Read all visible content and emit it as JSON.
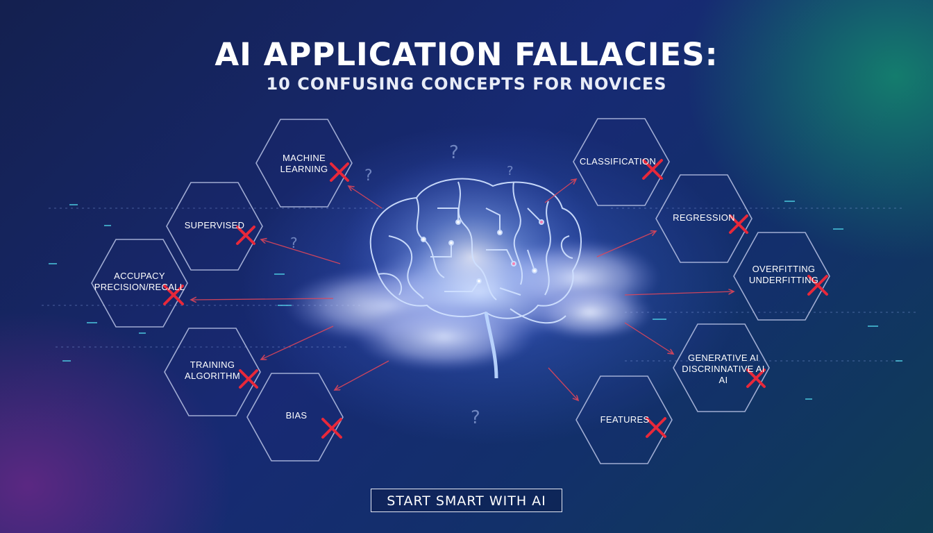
{
  "header": {
    "title": "AI APPLICATION FALLACIES:",
    "subtitle": "10 CONFUSING CONCEPTS FOR NOVICES"
  },
  "concepts": [
    {
      "lines": [
        "MACHINE",
        "LEARNING"
      ]
    },
    {
      "lines": [
        "SUPERVISED"
      ]
    },
    {
      "lines": [
        "ACCUPACY",
        "PRECISION/RECALL"
      ]
    },
    {
      "lines": [
        "TRAINING",
        "ALGORITHM"
      ]
    },
    {
      "lines": [
        "BIAS"
      ]
    },
    {
      "lines": [
        "CLASSIFICATION"
      ]
    },
    {
      "lines": [
        "REGRESSION"
      ]
    },
    {
      "lines": [
        "OVERFITTING",
        "UNDERFITTING"
      ]
    },
    {
      "lines": [
        "GENERATIVE AI",
        "DISCRINNATIVE AI",
        "AI"
      ]
    },
    {
      "lines": [
        "FEATURES"
      ]
    }
  ],
  "cta": {
    "label": "START SMART WITH AI"
  },
  "colors": {
    "hex_outline": "#b9c3e6",
    "cross": "#e8283a",
    "arrow": "#e0465a",
    "brain": "#bcd6ff"
  },
  "icons": [
    "brain-icon",
    "cross-icon",
    "question-mark-icon"
  ]
}
